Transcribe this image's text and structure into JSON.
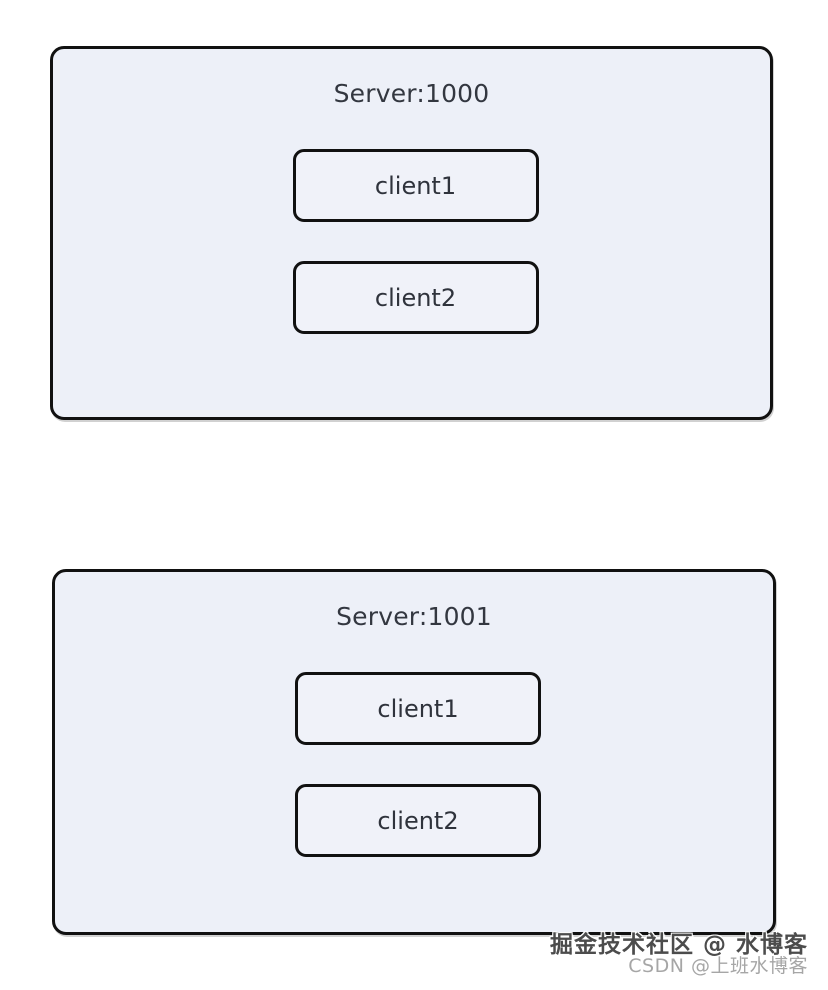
{
  "colors": {
    "page_background": "#ffffff",
    "panel_fill": "#edf0f8",
    "client_fill": "#f0f2f9",
    "border": "#111111",
    "title_text": "#333740",
    "watermark_primary": "#4c4c4c",
    "watermark_secondary": "#a6a6a6"
  },
  "servers": [
    {
      "title": "Server:1000",
      "clients": [
        {
          "label": "client1"
        },
        {
          "label": "client2"
        }
      ]
    },
    {
      "title": "Server:1001",
      "clients": [
        {
          "label": "client1"
        },
        {
          "label": "client2"
        }
      ]
    }
  ],
  "watermark": {
    "line1": "掘金技术社区 @ 水博客",
    "line2": "CSDN @上班水博客"
  }
}
